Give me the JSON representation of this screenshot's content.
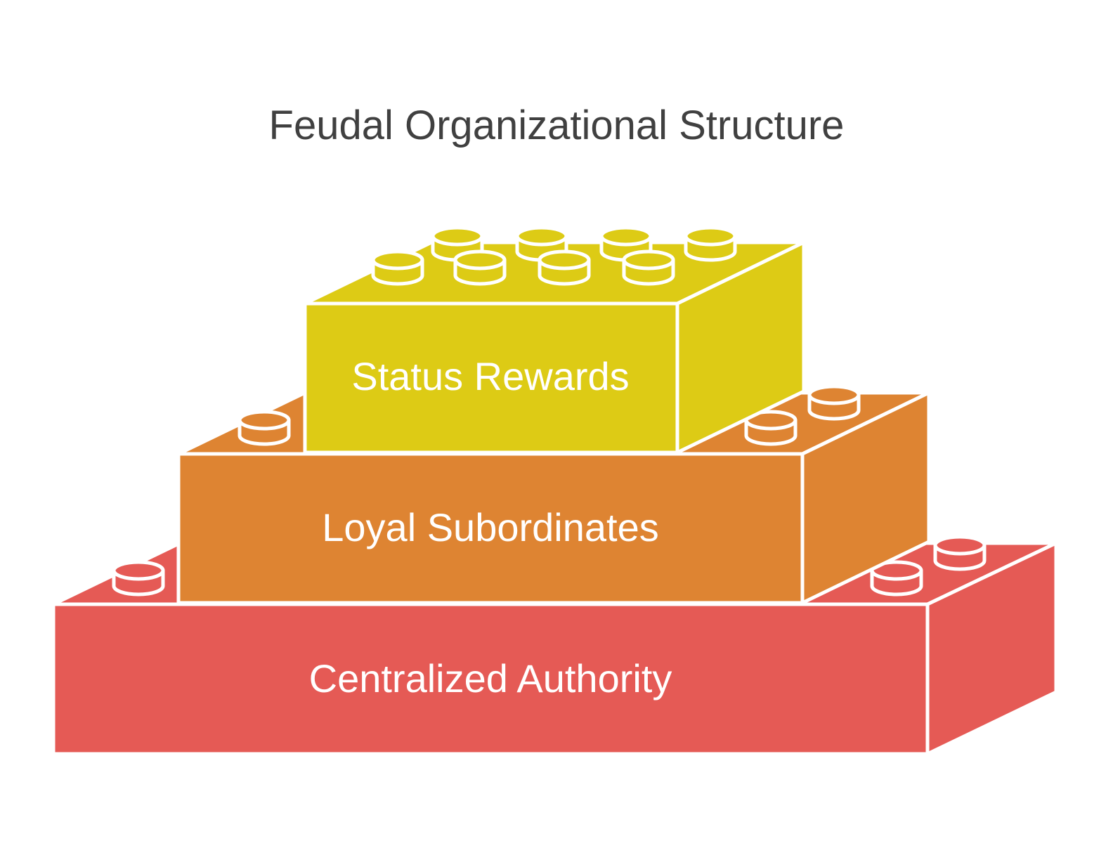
{
  "title": "Feudal Organizational Structure",
  "blocks": [
    {
      "label": "Centralized Authority",
      "color": "#E55A55"
    },
    {
      "label": "Loyal Subordinates",
      "color": "#DE8432"
    },
    {
      "label": "Status Rewards",
      "color": "#DDCB15"
    }
  ]
}
